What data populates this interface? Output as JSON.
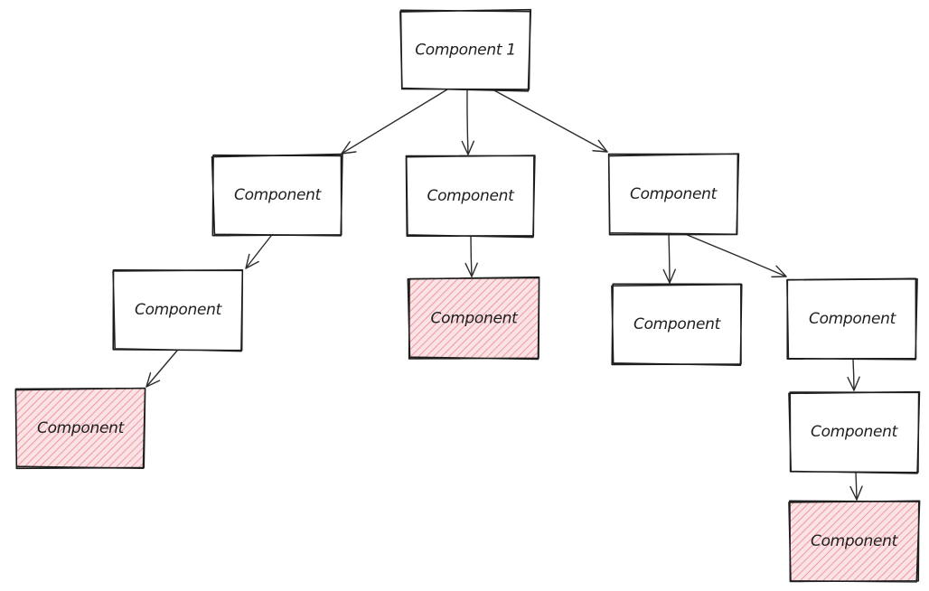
{
  "diagram": {
    "type": "component-tree",
    "highlight_color": "#f4a3a8",
    "line_color": "#1e1e1e",
    "nodes": [
      {
        "id": "root",
        "label": "Component 1",
        "highlighted": false
      },
      {
        "id": "c1",
        "label": "Component",
        "highlighted": false
      },
      {
        "id": "c2",
        "label": "Component",
        "highlighted": false
      },
      {
        "id": "c3",
        "label": "Component",
        "highlighted": false
      },
      {
        "id": "c1a",
        "label": "Component",
        "highlighted": false
      },
      {
        "id": "c1a1",
        "label": "Component",
        "highlighted": true
      },
      {
        "id": "c2a",
        "label": "Component",
        "highlighted": true
      },
      {
        "id": "c3a",
        "label": "Component",
        "highlighted": false
      },
      {
        "id": "c3b",
        "label": "Component",
        "highlighted": false
      },
      {
        "id": "c3b1",
        "label": "Component",
        "highlighted": false
      },
      {
        "id": "c3b2",
        "label": "Component",
        "highlighted": true
      }
    ],
    "edges": [
      {
        "from": "root",
        "to": "c1"
      },
      {
        "from": "root",
        "to": "c2"
      },
      {
        "from": "root",
        "to": "c3"
      },
      {
        "from": "c1",
        "to": "c1a"
      },
      {
        "from": "c1a",
        "to": "c1a1"
      },
      {
        "from": "c2",
        "to": "c2a"
      },
      {
        "from": "c3",
        "to": "c3a"
      },
      {
        "from": "c3",
        "to": "c3b"
      },
      {
        "from": "c3b",
        "to": "c3b1"
      },
      {
        "from": "c3b1",
        "to": "c3b2"
      }
    ]
  }
}
